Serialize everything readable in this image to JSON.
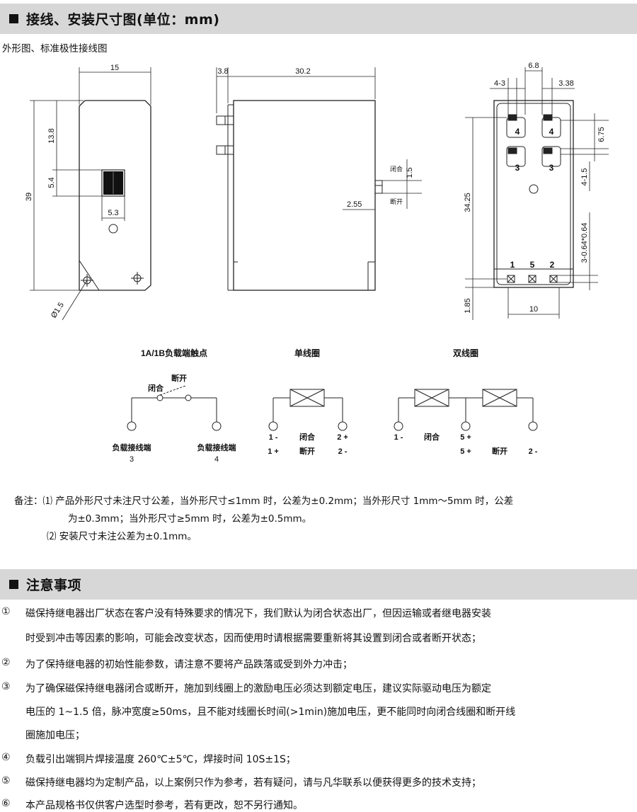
{
  "section1": {
    "title": "接线、安装尺寸图(单位：mm)"
  },
  "subtitle": "外形图、标准极性接线图",
  "dims": {
    "d15": "15",
    "d13_8": "13.8",
    "d39": "39",
    "d5_4": "5.4",
    "d5_3": "5.3",
    "d1_5dia": "Ø1.5",
    "d3_8": "3.8",
    "d30_2": "30.2",
    "d1_5": "1.5",
    "d2_55": "2.55",
    "closed": "闭合",
    "open": "断开",
    "d6_8": "6.8",
    "d4_3": "4-3",
    "d3_38": "3.38",
    "d6_75": "6.75",
    "d4_1_5": "4-1.5",
    "d34_25": "34.25",
    "d3_064": "3-0.64*0.64",
    "d1_85": "1.85",
    "d10": "10",
    "pin4a": "4",
    "pin4b": "4",
    "pin3a": "3",
    "pin3b": "3",
    "pin1": "1",
    "pin5": "5",
    "pin2": "2"
  },
  "wiring": {
    "contact_title": "1A/1B负载端触点",
    "closed": "闭合",
    "open": "断开",
    "load_left": "负载接线端",
    "load_left_num": "3",
    "load_right": "负载接线端",
    "load_right_num": "4",
    "single_title": "单线圈",
    "single_r1_left": "1 -",
    "single_r1_mid": "闭合",
    "single_r1_right": "2 +",
    "single_r2_left": "1 +",
    "single_r2_mid": "断开",
    "single_r2_right": "2 -",
    "double_title": "双线圈",
    "double_r1_left": "1 -",
    "double_r1_mid": "闭合",
    "double_r1_right": "5 +",
    "double_r2_left": "5 +",
    "double_r2_mid": "断开",
    "double_r2_right": "2 -"
  },
  "notes": {
    "label": "备注：",
    "n1_num": "⑴",
    "n1_line1": "产品外形尺寸未注尺寸公差，当外形尺寸≤1mm 时，公差为±0.2mm；当外形尺寸 1mm～5mm 时，公差",
    "n1_line2": "为±0.3mm；当外形尺寸≥5mm 时，公差为±0.5mm。",
    "n2_num": "⑵",
    "n2_line1": "安装尺寸未注公差为±0.1mm。"
  },
  "section2": {
    "title": "注意事项"
  },
  "attention": [
    {
      "num": "①",
      "lines": [
        "磁保持继电器出厂状态在客户没有特殊要求的情况下，我们默认为闭合状态出厂，但因运输或者继电器安装",
        "时受到冲击等因素的影响，可能会改变状态，因而使用时请根据需要重新将其设置到闭合或者断开状态；"
      ]
    },
    {
      "num": "②",
      "lines": [
        "为了保持继电器的初始性能参数，请注意不要将产品跌落或受到外力冲击；"
      ]
    },
    {
      "num": "③",
      "lines": [
        "为了确保磁保持继电器闭合或断开，施加到线圈上的激励电压必须达到额定电压，建议实际驱动电压为额定",
        "电压的 1~1.5 倍，脉冲宽度≥50ms，且不能对线圈长时间(>1min)施加电压，更不能同时向闭合线圈和断开线",
        "圈施加电压；"
      ]
    },
    {
      "num": "④",
      "lines": [
        "负载引出端铜片焊接温度 260℃±5℃，焊接时间 10S±1S；"
      ]
    },
    {
      "num": "⑤",
      "lines": [
        "磁保持继电器均为定制产品，以上案例只作为参考，若有疑问，请与凡华联系以便获得更多的技术支持；"
      ]
    },
    {
      "num": "⑥",
      "lines": [
        "本产品规格书仅供客户选型时参考，若有更改，恕不另行通知。"
      ]
    }
  ]
}
